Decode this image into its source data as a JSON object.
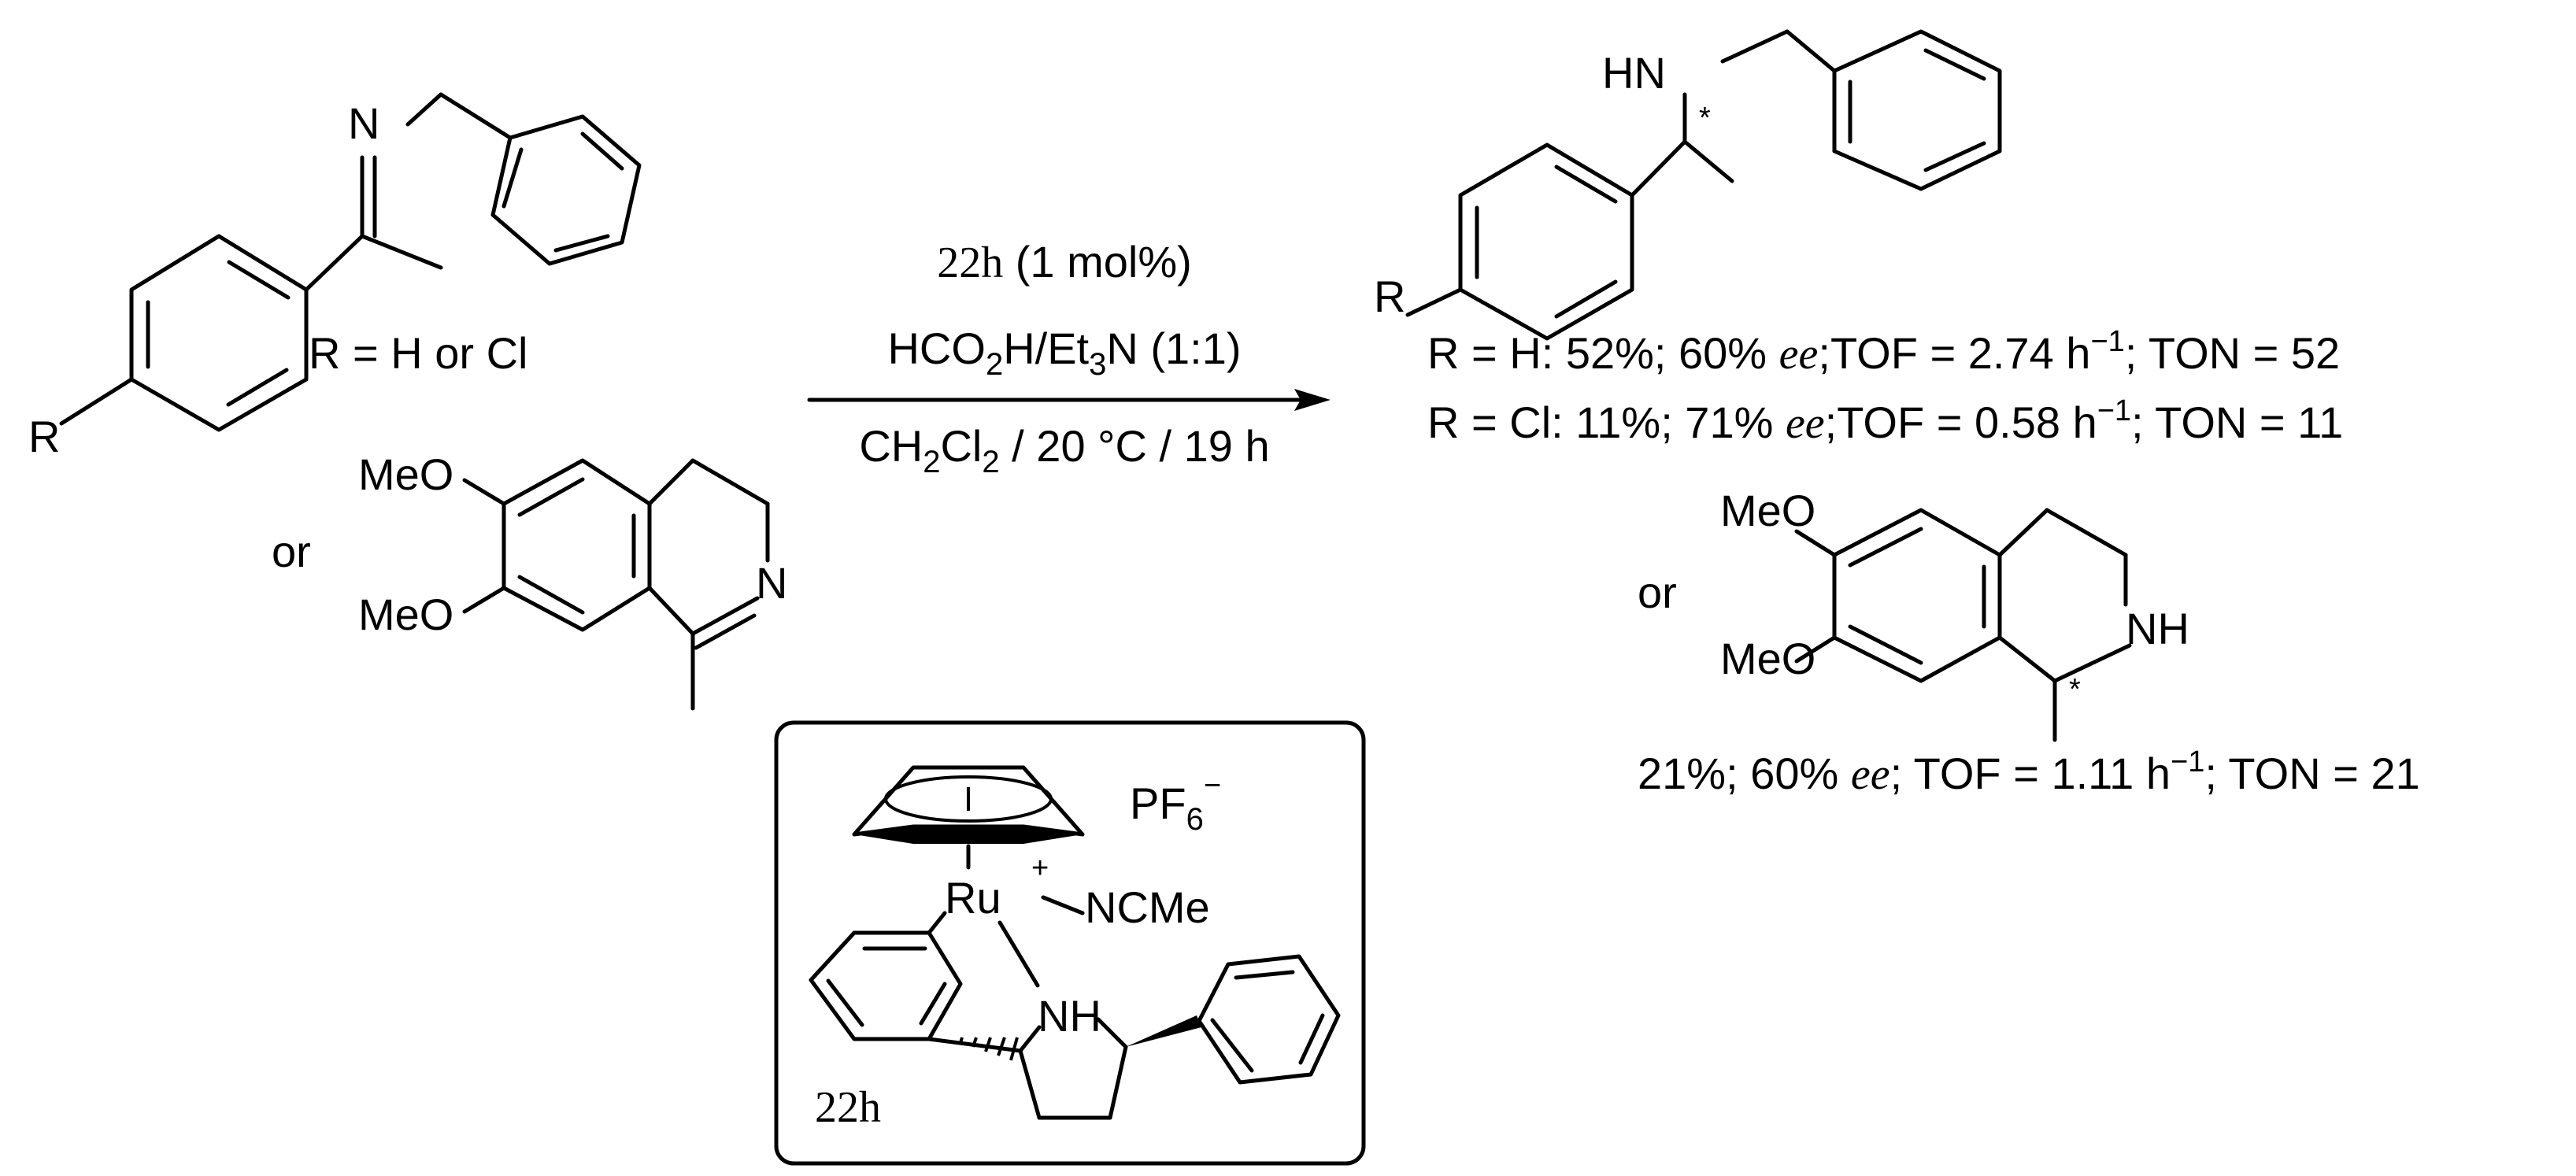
{
  "substrate_1": {
    "n_atom": "N",
    "r_group": "R",
    "r_definition": "R = H or Cl"
  },
  "substrate_2": {
    "meo_top": "MeO",
    "meo_bottom": "MeO",
    "n_atom": "N"
  },
  "or_left": "or",
  "conditions": {
    "catalyst": "22h",
    "catalyst_loading": " (1 mol%)",
    "reagent_a": "HCO",
    "reagent_a_sub": "2",
    "reagent_b": "H/Et",
    "reagent_b_sub": "3",
    "reagent_c": "N (1:1)",
    "solvent_a": "CH",
    "solvent_a_sub": "2",
    "solvent_b": "Cl",
    "solvent_b_sub": "2",
    "solvent_c": " / 20 °C / 19 h"
  },
  "product_1": {
    "hn": "HN",
    "star": "*",
    "r_group": "R",
    "result_h": {
      "prefix": "R = H:  52%; 60% ",
      "ee": "ee",
      "mid": ";TOF = 2.74 h",
      "exp": "−1",
      "suffix": "; TON = 52"
    },
    "result_cl": {
      "prefix": "R = Cl: 11%; 71% ",
      "ee": "ee",
      "mid": ";TOF = 0.58 h",
      "exp": "−1",
      "suffix": "; TON = 11"
    }
  },
  "or_right": "or",
  "product_2": {
    "meo_top": "MeO",
    "meo_bottom": "MeO",
    "nh": "NH",
    "star": "*",
    "result": {
      "prefix": "21%; 60% ",
      "ee": "ee",
      "mid": "; TOF = 1.11 h",
      "exp": "−1",
      "suffix": "; TON = 21"
    }
  },
  "catalyst_box": {
    "anion_a": "PF",
    "anion_sub": "6",
    "anion_sup": "−",
    "metal": "Ru",
    "charge": "+",
    "ligand": "NCMe",
    "nh": "NH",
    "label": "22h"
  }
}
